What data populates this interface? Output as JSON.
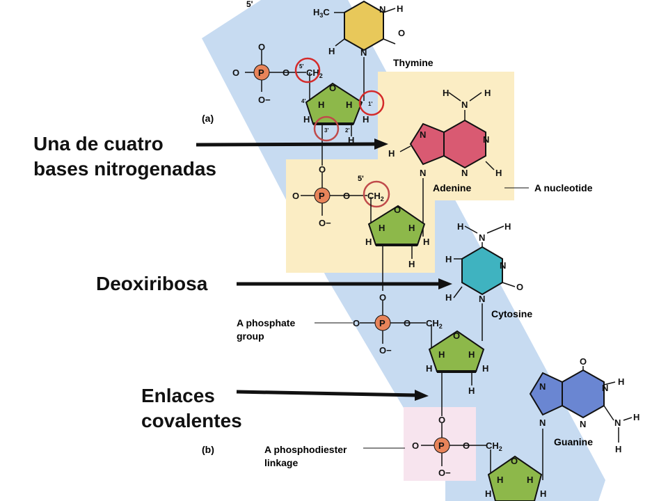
{
  "labels": {
    "bases": "Una de cuatro\nbases nitrogenadas",
    "sugar": "Deoxiribosa",
    "bonds": "Enlaces\ncovalentes"
  },
  "figure": {
    "part_a": "(a)",
    "part_b": "(b)",
    "five_prime_top": "5'",
    "five_prime_mid": "5'",
    "nucleotide": "A nucleotide",
    "phosphate_group_1": "A phosphate",
    "phosphate_group_2": "group",
    "phosphodiester_1": "A phosphodiester",
    "phosphodiester_2": "linkage",
    "bases": {
      "thymine": "Thymine",
      "adenine": "Adenine",
      "cytosine": "Cytosine",
      "guanine": "Guanine"
    },
    "atoms": {
      "P": "P",
      "O": "O",
      "O_minus": "O−",
      "H": "H",
      "N": "N",
      "CH2": "CH",
      "sub2": "2",
      "H3C": "H",
      "sub3": "3",
      "C": "C"
    },
    "carbons": {
      "c1": "1'",
      "c2": "2'",
      "c3": "3'",
      "c4": "4'",
      "c5": "5'"
    }
  },
  "colors": {
    "backbone_band": "#c7dbf1",
    "sugar": "#8db84a",
    "phosphate": "#e8845a",
    "thymine": "#e8c85a",
    "adenine": "#d95a72",
    "cytosine": "#3fb3c0",
    "guanine": "#6a86d2",
    "highlight_yellow": "#fbedc4",
    "highlight_pink": "#f7e4ee",
    "circle_red": "#d42a2a"
  }
}
